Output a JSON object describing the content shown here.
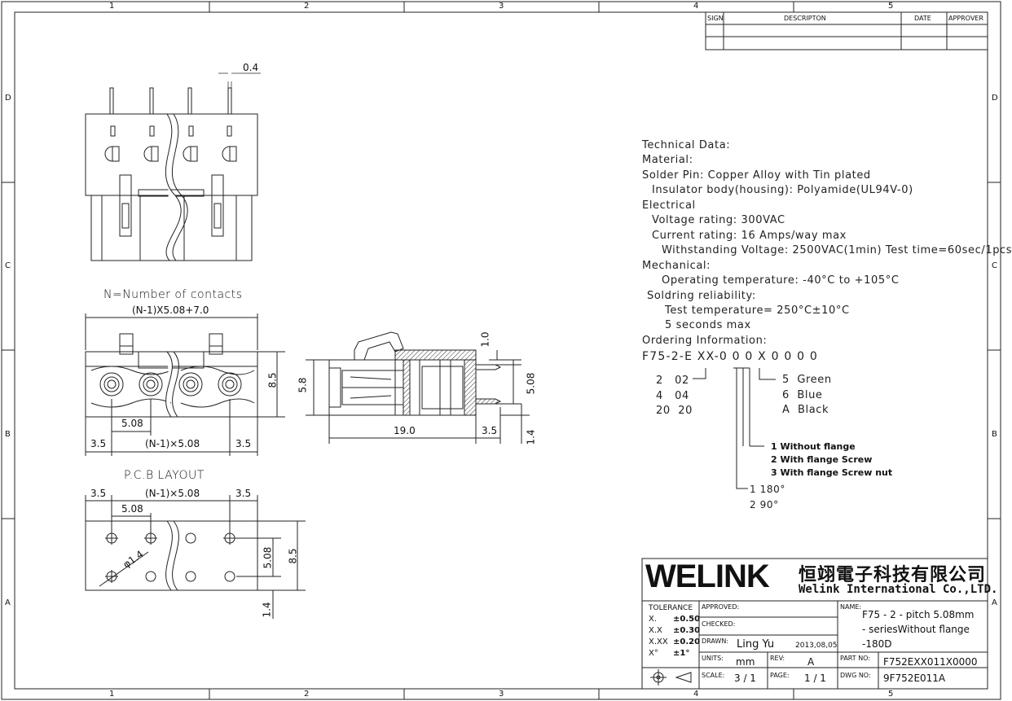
{
  "grid": {
    "columns": [
      "1",
      "2",
      "3",
      "4",
      "5"
    ],
    "rows": [
      "D",
      "C",
      "B",
      "A"
    ]
  },
  "revision_block": {
    "headers": {
      "sign": "SIGN",
      "description": "DESCRIPTON",
      "date": "DATE",
      "approver": "APPROVER"
    }
  },
  "dimensions": {
    "pin_width": "0.4",
    "overall_width": "(N-1)X5.08+7.0",
    "height_8_5": "8.5",
    "pitch": "5.08",
    "edge_left": "3.5",
    "span": "(N-1)×5.08",
    "edge_right": "3.5",
    "side_height": "5.8",
    "side_depth": "19.0",
    "side_edge": "3.5",
    "pin_thickness": "1.0",
    "pin_spacing": "5.08",
    "pin_offset": "1.4",
    "pcb_edge_left": "3.5",
    "pcb_span": "(N-1)×5.08",
    "pcb_edge_right": "3.5",
    "pcb_pitch": "5.08",
    "hole_dia": "φ1.4",
    "pcb_row_spacing": "5.08",
    "pcb_height": "8.5",
    "pcb_offset": "1.4"
  },
  "labels": {
    "contacts_note": "N=Number of contacts",
    "pcb_layout": "P.C.B LAYOUT"
  },
  "technical": {
    "lines": [
      "Technical Data:",
      "Material:",
      "Solder Pin: Copper Alloy with Tin plated",
      "  Insulator body(housing): Polyamide(UL94V-0)",
      "Electrical",
      "  Voltage rating: 300VAC",
      "  Current rating: 16 Amps/way max",
      "    Withstanding Voltage: 2500VAC(1min) Test time=60sec/1pcs",
      "Mechanical:",
      "    Operating temperature: -40°C to +105°C",
      " Soldring reliability:",
      "     Test temperature= 250°C±10°C",
      "     5 seconds max",
      "Ordering Information:",
      "F75-2-E XX-0 0 0 X 0 0 0 0"
    ]
  },
  "ordering": {
    "ways": [
      [
        "2",
        "02"
      ],
      [
        "4",
        "04"
      ],
      [
        "20",
        "20"
      ]
    ],
    "colors": [
      [
        "5",
        "Green"
      ],
      [
        "6",
        "Blue"
      ],
      [
        "A",
        "Black"
      ]
    ],
    "flange": [
      "1  Without flange",
      "2  With flange Screw",
      "3  With flange Screw nut"
    ],
    "angle": [
      "1   180°",
      "2   90°"
    ]
  },
  "title_block": {
    "logo": "WELINK",
    "company_cn": "恒翊電子科技有限公司",
    "company_en": "Welink International Co.,LTD.",
    "tolerance_label": "TOLERANCE",
    "tolerances": [
      [
        "X.",
        "±0.50"
      ],
      [
        "X.X",
        "±0.30"
      ],
      [
        "X.XX",
        "±0.20"
      ],
      [
        "X°",
        "±1°"
      ]
    ],
    "approved_label": "APPROVED:",
    "checked_label": "CHECKED:",
    "drawn_label": "DRAWN:",
    "drawn_by": "Ling Yu",
    "drawn_date": "2013,08,05",
    "units_label": "UNITS:",
    "units": "mm",
    "rev_label": "REV:",
    "rev": "A",
    "scale_label": "SCALE:",
    "scale": "3 / 1",
    "page_label": "PAGE:",
    "page": "1 / 1",
    "name_label": "NAME:",
    "name_lines": [
      "F75 - 2 - pitch 5.08mm",
      "- seriesWithout flange",
      "-180D"
    ],
    "part_label": "PART NO:",
    "part_no": "F752EXX011X0000",
    "dwg_label": "DWG NO:",
    "dwg_no": "9F752E011A"
  }
}
